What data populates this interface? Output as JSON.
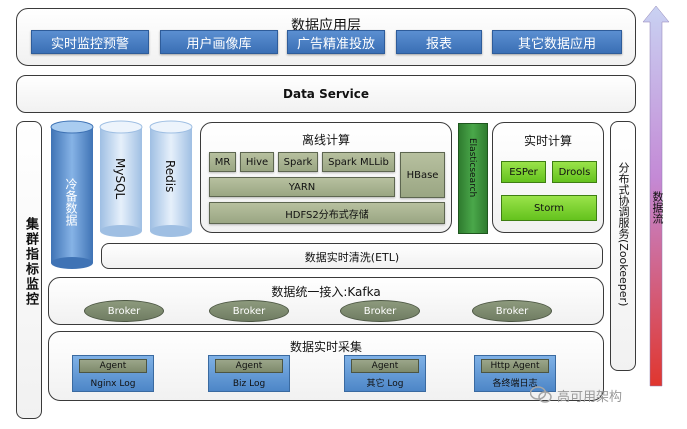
{
  "app_layer": {
    "title": "数据应用层",
    "items": [
      "实时监控预警",
      "用户画像库",
      "广告精准投放",
      "报表",
      "其它数据应用"
    ]
  },
  "data_service": {
    "label": "Data Service"
  },
  "cluster_monitor": {
    "label": "集群指标监控"
  },
  "storage": {
    "cold_backup": "冷备数据",
    "mysql": "MySQL",
    "redis": "Redis"
  },
  "offline": {
    "title": "离线计算",
    "engines": [
      "MR",
      "Hive",
      "Spark",
      "Spark MLLib"
    ],
    "yarn": "YARN",
    "hdfs": "HDFS2分布式存储",
    "hbase": "HBase"
  },
  "elasticsearch": {
    "label": "Elasticsearch"
  },
  "realtime": {
    "title": "实时计算",
    "esper": "ESPer",
    "drools": "Drools",
    "storm": "Storm"
  },
  "etl": {
    "label": "数据实时清洗(ETL)"
  },
  "kafka": {
    "title": "数据统一接入:Kafka",
    "brokers": [
      "Broker",
      "Broker",
      "Broker",
      "Broker"
    ]
  },
  "collection": {
    "title": "数据实时采集",
    "agents": [
      {
        "agent": "Agent",
        "source": "Nginx Log"
      },
      {
        "agent": "Agent",
        "source": "Biz Log"
      },
      {
        "agent": "Agent",
        "source": "其它 Log"
      },
      {
        "agent": "Http Agent",
        "source": "各终端日志"
      }
    ]
  },
  "zookeeper": {
    "label": "分布式协调服务(Zookeeper)"
  },
  "data_flow": {
    "label": "数据流"
  },
  "watermark": {
    "label": "高可用架构"
  }
}
